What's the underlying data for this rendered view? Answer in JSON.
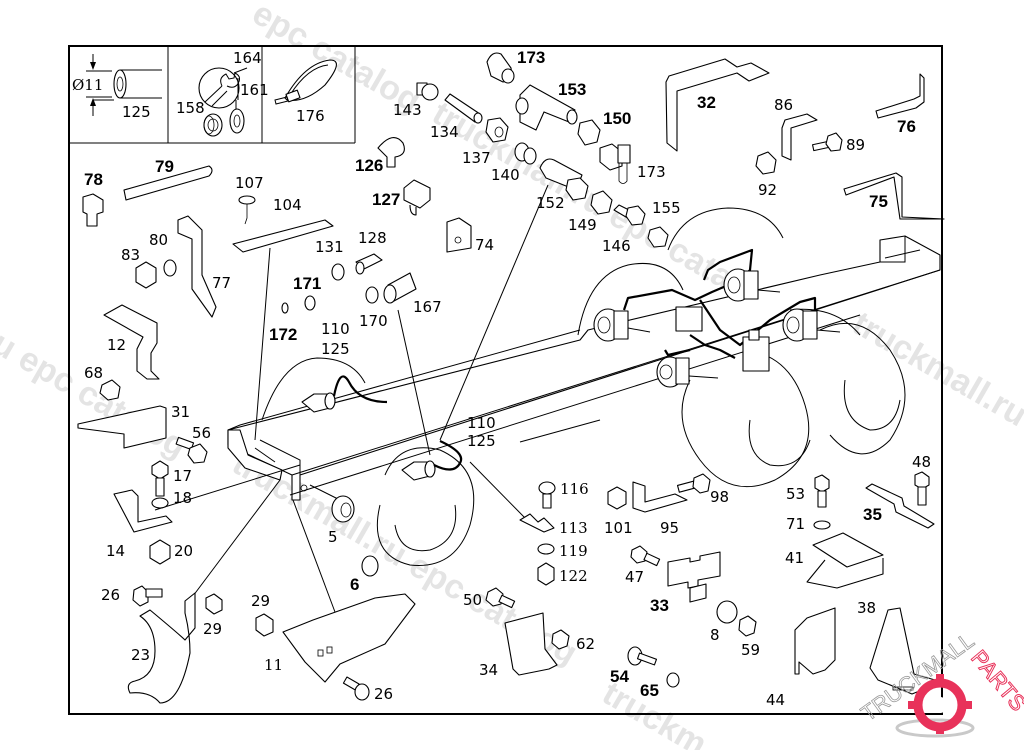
{
  "diagram": {
    "title": "Brake system parts diagram",
    "inset_boxes": [
      {
        "id": "pipe-spec",
        "diameter_label": "Ø11",
        "part": "125"
      },
      {
        "id": "fitting-tool",
        "parts": [
          "164",
          "161",
          "158"
        ]
      },
      {
        "id": "cable-tie",
        "part": "176"
      }
    ],
    "labels": {
      "p173a": "173",
      "p153": "153",
      "p143": "143",
      "p134": "134",
      "p150": "150",
      "p137": "137",
      "p140": "140",
      "p173b": "173",
      "p126": "126",
      "p152": "152",
      "p127": "127",
      "p149": "149",
      "p155": "155",
      "p146": "146",
      "p74": "74",
      "p32": "32",
      "p86": "86",
      "p89": "89",
      "p76": "76",
      "p92": "92",
      "p75": "75",
      "p78": "78",
      "p79": "79",
      "p107": "107",
      "p104": "104",
      "p80": "80",
      "p83": "83",
      "p77": "77",
      "p131": "131",
      "p128": "128",
      "p171": "171",
      "p170": "170",
      "p167": "167",
      "p172": "172",
      "p110a": "110",
      "p125a": "125",
      "p12": "12",
      "p68": "68",
      "p31": "31",
      "p56": "56",
      "p17": "17",
      "p18": "18",
      "p14": "14",
      "p20": "20",
      "p5": "5",
      "p6": "6",
      "p26a": "26",
      "p29a": "29",
      "p29b": "29",
      "p23": "23",
      "p11": "11",
      "p26b": "26",
      "p110b": "110",
      "p125b": "125",
      "p116": "116",
      "p113": "113",
      "p119": "119",
      "p122": "122",
      "p101": "101",
      "p95": "95",
      "p98": "98",
      "p47": "47",
      "p33": "33",
      "p50": "50",
      "p62": "62",
      "p34": "34",
      "p54": "54",
      "p65": "65",
      "p8": "8",
      "p59": "59",
      "p53": "53",
      "p71": "71",
      "p41": "41",
      "p48": "48",
      "p35": "35",
      "p38": "38",
      "p44": "44"
    }
  },
  "watermarks": {
    "catalog": "epc catalog",
    "truckmall": "truckmall.ru epc",
    "truckmall2": "truckmall.ru epc catalog",
    "epc_left": "u epc catalog",
    "truck_bottom": "truckm"
  },
  "logo": {
    "text_a": "TRUCKMALL",
    "text_b": "PARTS",
    "accent_color": "#e8325a",
    "gray_color": "#c9c9c9"
  }
}
